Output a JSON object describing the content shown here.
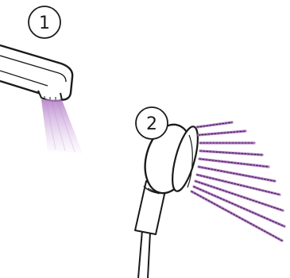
{
  "callouts": [
    {
      "number": "1",
      "refers_to": "faucet"
    },
    {
      "number": "2",
      "refers_to": "hand-shower"
    }
  ],
  "colors": {
    "line": "#1a1a1a",
    "spray": "#b07ac6",
    "spray_light": "#d9bde6",
    "background": "#ffffff"
  },
  "icons": [
    "faucet-icon",
    "hand-shower-icon",
    "water-stream-icon",
    "spray-jets-icon"
  ]
}
